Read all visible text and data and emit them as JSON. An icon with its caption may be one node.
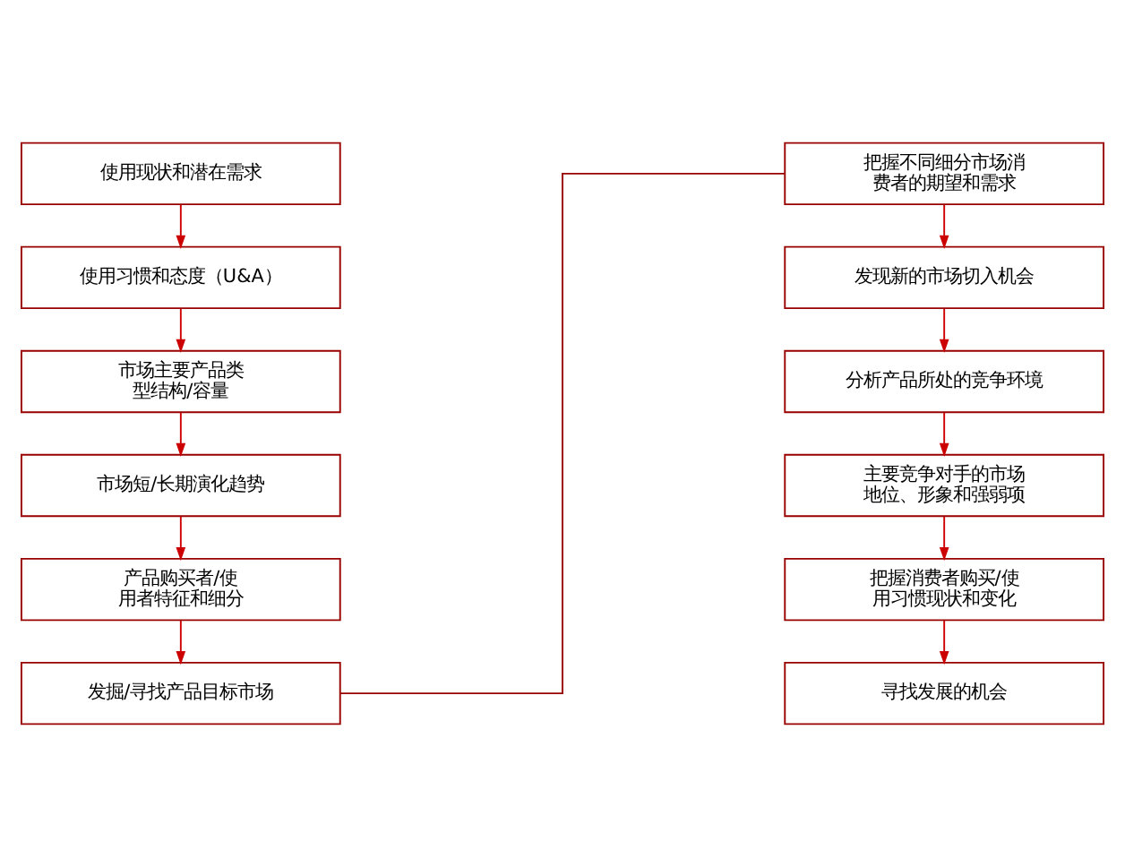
{
  "diagram": {
    "nodes": [
      {
        "text": [
          "使用现状和潜在需求"
        ]
      },
      {
        "text": [
          "使用习惯和态度（U&A）"
        ]
      },
      {
        "text": [
          "市场主要产品类型结构/容量"
        ]
      },
      {
        "text": [
          "市场短/长期演化趋势"
        ]
      },
      {
        "text": [
          "产品购买者/使用者特征和细分"
        ]
      },
      {
        "text": [
          "发掘/寻找产品目标市场"
        ]
      },
      {
        "text": [
          "把握不同细分市场消费者的期望和需求"
        ]
      },
      {
        "text": [
          "发现新的市场切入机会"
        ]
      },
      {
        "text": [
          "分析产品所处的竞争环境"
        ]
      },
      {
        "text": [
          "主要竞争对手的市场地位、形象和强弱项"
        ]
      },
      {
        "text": [
          "把握消费者购买/使用习惯现状和变化"
        ]
      },
      {
        "text": [
          "寻找发展的机会"
        ]
      }
    ],
    "edges": [
      {
        "from": 0,
        "to": 1,
        "arrow": "to"
      },
      {
        "from": 1,
        "to": 2,
        "arrow": "to"
      },
      {
        "from": 2,
        "to": 3,
        "arrow": "to"
      },
      {
        "from": 3,
        "to": 4,
        "arrow": "to"
      },
      {
        "from": 4,
        "to": 5,
        "arrow": "to"
      },
      {
        "from": 5,
        "to": 6,
        "arrow": "none",
        "color": "#990000"
      },
      {
        "from": 6,
        "to": 7,
        "arrow": "to"
      },
      {
        "from": 7,
        "to": 8,
        "arrow": "to"
      },
      {
        "from": 8,
        "to": 9,
        "arrow": "to"
      },
      {
        "from": 9,
        "to": 10,
        "arrow": "to"
      },
      {
        "from": 10,
        "to": 11,
        "arrow": "to"
      }
    ]
  }
}
